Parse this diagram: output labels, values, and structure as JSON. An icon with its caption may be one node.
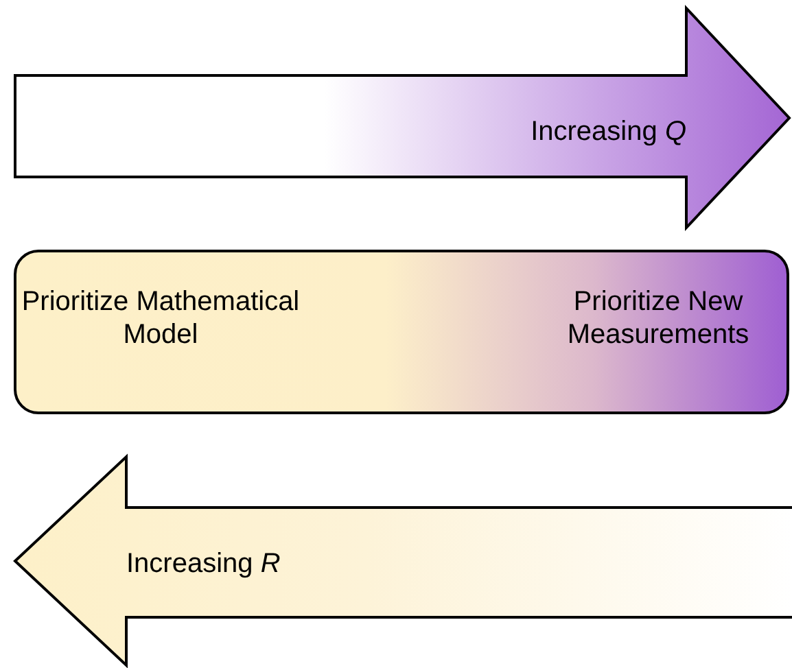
{
  "diagram": {
    "nodes": [
      {
        "text": [
          "Increasing *Q*"
        ]
      },
      {
        "text": [
          "Prioritize Mathematical Model",
          "Prioritize New Measurements"
        ]
      },
      {
        "text": [
          "Increasing *R*"
        ]
      }
    ]
  }
}
